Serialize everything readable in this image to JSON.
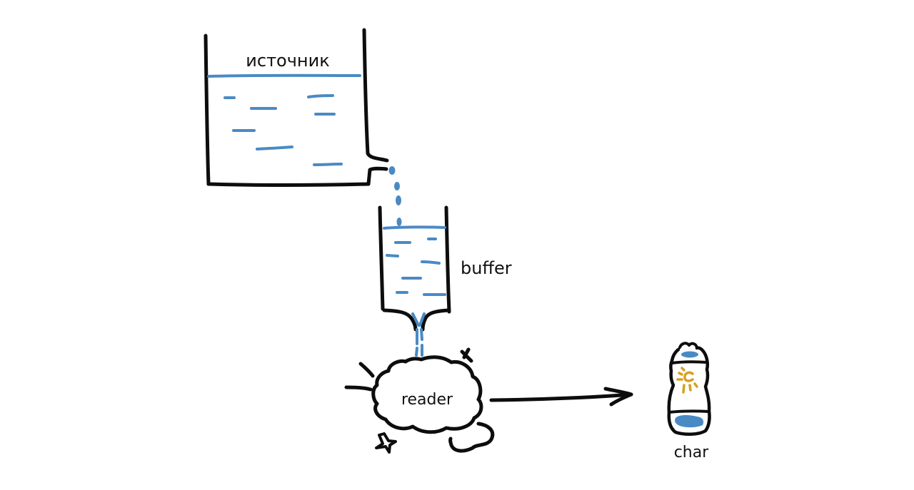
{
  "diagram": {
    "source": {
      "label": "источник"
    },
    "buffer": {
      "label": "buffer"
    },
    "reader": {
      "label": "reader"
    },
    "output": {
      "label": "char"
    },
    "colors": {
      "ink": "#0d0d0d",
      "water": "#4a8ac4",
      "sun": "#d6a020",
      "background": "#ffffff"
    }
  }
}
